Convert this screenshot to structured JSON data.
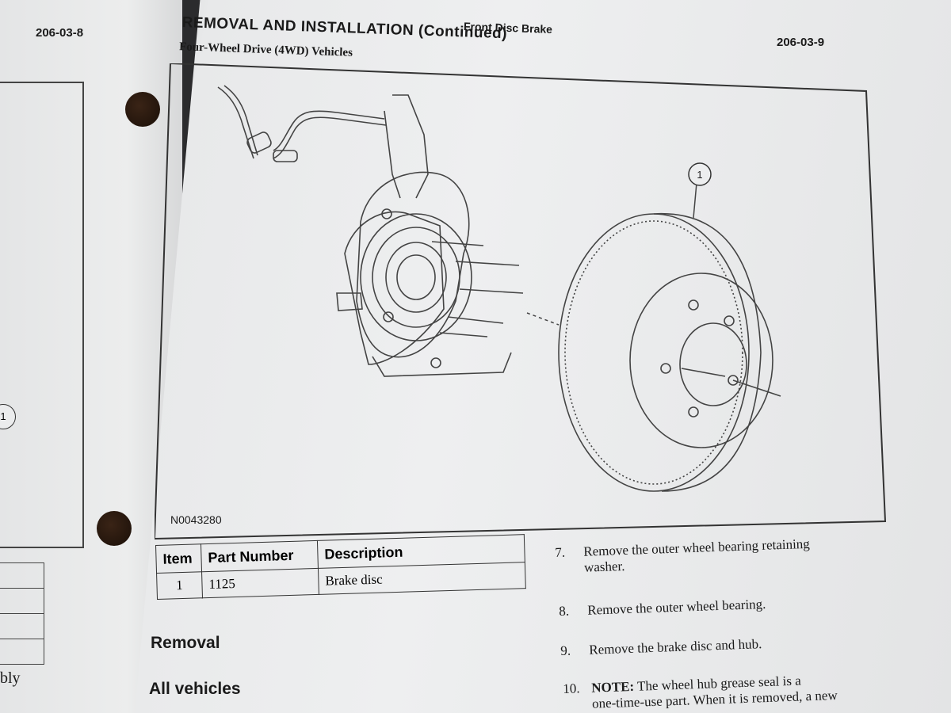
{
  "header": {
    "page_left": "206-03-8",
    "section_title": "REMOVAL AND INSTALLATION (Continued)",
    "chapter": "Front Disc Brake",
    "page_right": "206-03-9",
    "subsection": "Four-Wheel Drive (4WD) Vehicles"
  },
  "left_page": {
    "callout": "1",
    "fragment": "bly"
  },
  "figure": {
    "id": "N0043280",
    "callout": "1"
  },
  "parts_table": {
    "columns": [
      "Item",
      "Part Number",
      "Description"
    ],
    "rows": [
      {
        "item": "1",
        "part_number": "1125",
        "description": "Brake disc"
      }
    ]
  },
  "headings": {
    "removal": "Removal",
    "all_vehicles": "All vehicles"
  },
  "steps": [
    {
      "num": "7.",
      "lines": [
        "Remove the outer wheel bearing retaining",
        "washer."
      ]
    },
    {
      "num": "8.",
      "lines": [
        "Remove the outer wheel bearing."
      ]
    },
    {
      "num": "9.",
      "lines": [
        "Remove the brake disc and hub."
      ]
    },
    {
      "num": "10.",
      "note": "NOTE:",
      "lines": [
        "The wheel hub grease seal is a",
        "one-time-use part. When it is removed, a new"
      ]
    }
  ]
}
